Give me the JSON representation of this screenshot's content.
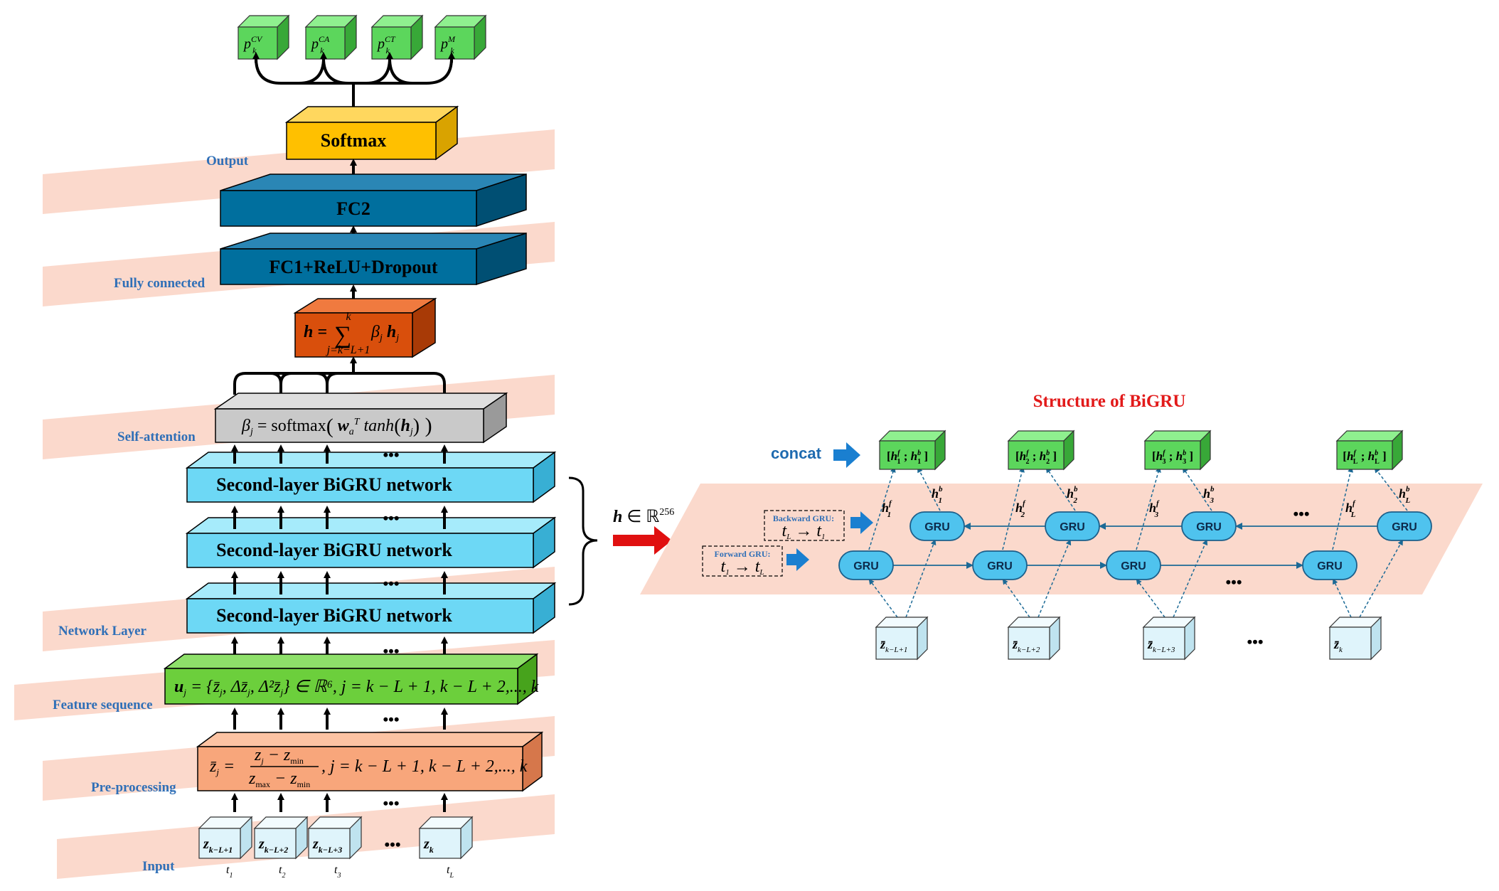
{
  "left": {
    "layers": {
      "output": "Output",
      "fully_connected": "Fully connected",
      "self_attention": "Self-attention",
      "network": "Network Layer",
      "feature": "Feature sequence",
      "preprocessing": "Pre-processing",
      "input": "Input"
    },
    "outputs": [
      "p",
      "p",
      "p",
      "p"
    ],
    "output_sups": [
      "CV",
      "CA",
      "CT",
      "M"
    ],
    "output_sub": "k",
    "softmax": "Softmax",
    "fc2": "FC2",
    "fc1": "FC1+ReLU+Dropout",
    "h_formula": "h = Σ β_j h_j",
    "h_sum_top": "k",
    "h_sum_bottom": "j=k−L+1",
    "attention_formula": "β_j = softmax( w_a^T tanh(h_j) )",
    "bigru_layers": [
      "Second-layer BiGRU network",
      "Second-layer BiGRU network",
      "Second-layer BiGRU network"
    ],
    "feature_formula": "u_j = {z̄_j, Δz̄_j, Δ²z̄_j} ∈ ℝ⁶, j = k − L + 1, k − L + 2,..., k",
    "preproc_formula": "z̄_j = (z_j − z_min)/(z_max − z_min), j = k − L + 1, k − L + 2,..., k",
    "inputs": [
      "z_{k−L+1}",
      "z_{k−L+2}",
      "z_{k−L+3}",
      "z_k"
    ],
    "times": [
      "t_1",
      "t_2",
      "t_3",
      "t_L"
    ],
    "ellipsis": "•••"
  },
  "arrow_label": "h ∈ ℝ^256",
  "right": {
    "title": "Structure of BiGRU",
    "concat": "concat",
    "concat_boxes": [
      "[h_1^f ; h_1^b]",
      "[h_2^f ; h_2^b]",
      "[h_3^f ; h_3^b]",
      "[h_L^f ; h_L^b]"
    ],
    "backward_label": "Backward GRU:",
    "backward_dir": "t_L → t_1",
    "forward_label": "Forward GRU:",
    "forward_dir": "t_1 → t_L",
    "gru": "GRU",
    "hf_labels": [
      "h_1^f",
      "h_2^f",
      "h_3^f",
      "h_L^f"
    ],
    "hb_labels": [
      "h_1^b",
      "h_2^b",
      "h_3^b",
      "h_L^b"
    ],
    "inputs": [
      "z̄_{k−L+1}",
      "z̄_{k−L+2}",
      "z̄_{k−L+3}",
      "z̄_k"
    ],
    "ellipsis": "•••"
  },
  "colors": {
    "green": "#5cd65c",
    "softmax": "#ffc000",
    "fc": "#006f9e",
    "h_box": "#d94f0c",
    "attention": "#c9c9c9",
    "bigru": "#6dd8f5",
    "feature": "#6ccf3c",
    "preproc": "#f8a67b",
    "input": "#dff4fb",
    "plane": "#fbd9cc",
    "label": "#2f6fb7",
    "red_arrow": "#e01010",
    "blue_arrow": "#1a7fd0",
    "gru": "#4fc3ee"
  }
}
